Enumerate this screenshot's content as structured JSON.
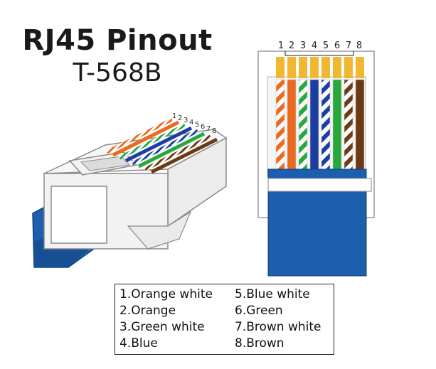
{
  "title": "RJ45 Pinout",
  "subtitle": "T-568B",
  "colors": {
    "orange": "#ea6a21",
    "green": "#27a83a",
    "blue": "#1d3ea1",
    "brown": "#6b3a13",
    "gold": "#f2b732",
    "cable": "#1c5fae",
    "cable_dark": "#0f3f7a"
  },
  "pin_numbers": [
    "1",
    "2",
    "3",
    "4",
    "5",
    "6",
    "7",
    "8"
  ],
  "wires": [
    {
      "pin": "1",
      "color": "orange",
      "striped": true
    },
    {
      "pin": "2",
      "color": "orange",
      "striped": false
    },
    {
      "pin": "3",
      "color": "green",
      "striped": true
    },
    {
      "pin": "4",
      "color": "blue",
      "striped": false
    },
    {
      "pin": "5",
      "color": "blue",
      "striped": true
    },
    {
      "pin": "6",
      "color": "green",
      "striped": false
    },
    {
      "pin": "7",
      "color": "brown",
      "striped": true
    },
    {
      "pin": "8",
      "color": "brown",
      "striped": false
    }
  ],
  "legend": [
    "1.Orange white",
    "2.Orange",
    "3.Green white",
    "4.Blue",
    "5.Blue white",
    "6.Green",
    "7.Brown white",
    "8.Brown"
  ]
}
